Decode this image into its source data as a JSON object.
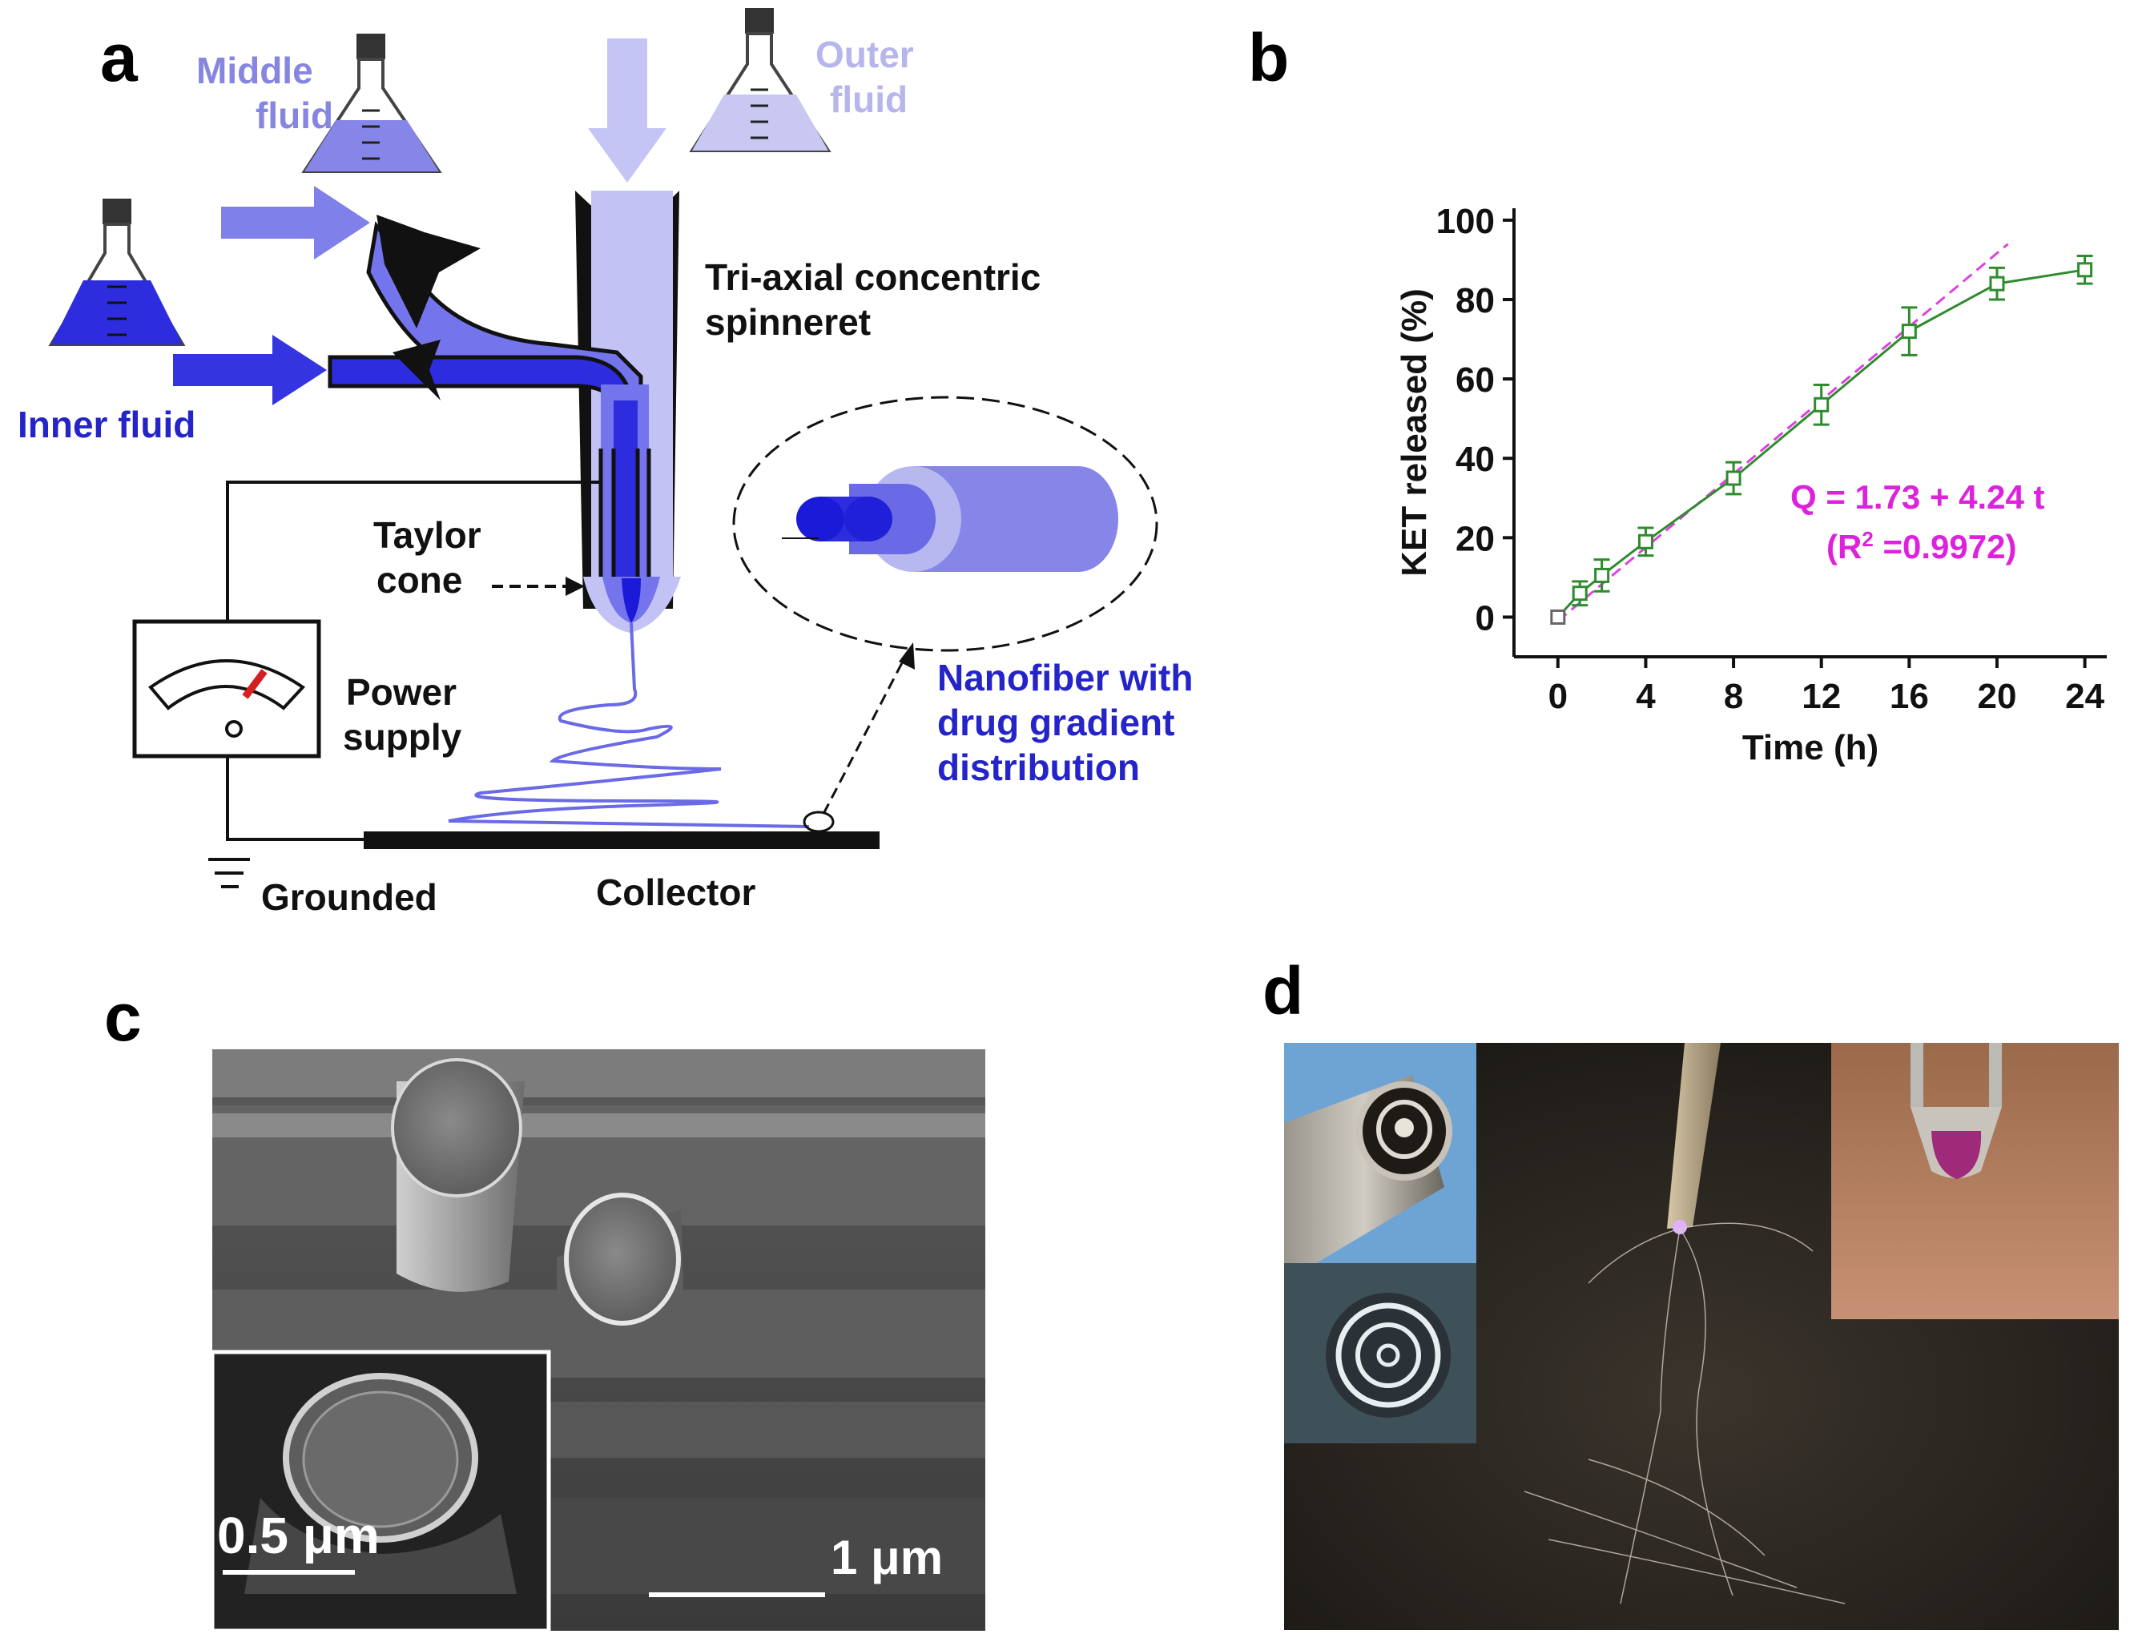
{
  "panels": {
    "a": {
      "label": "a",
      "middle_fluid": [
        "Middle",
        "fluid"
      ],
      "outer_fluid": [
        "Outer",
        "fluid"
      ],
      "inner_fluid": "Inner fluid",
      "spinneret": [
        "Tri-axial concentric",
        "spinneret"
      ],
      "taylor_cone": [
        "Taylor",
        "cone"
      ],
      "power_supply": [
        "Power",
        "supply"
      ],
      "grounded": "Grounded",
      "collector": "Collector",
      "nanofiber": [
        "Nanofiber with",
        "drug gradient",
        "distribution"
      ],
      "colors": {
        "inner": "#2d2ddf",
        "middle": "#7474ec",
        "outer": "#c2c2f4",
        "label_blue": "#2424c8",
        "needle_red": "#d42020"
      }
    },
    "b": {
      "label": "b"
    },
    "c": {
      "label": "c",
      "scale_main": "1 μm",
      "scale_inset": "0.5 μm"
    },
    "d": {
      "label": "d"
    }
  },
  "chart_data": {
    "type": "scatter",
    "xlabel": "Time (h)",
    "ylabel": "KET released (%)",
    "xlim": [
      -2,
      25
    ],
    "ylim": [
      -10,
      103
    ],
    "xticks": [
      "0",
      "4",
      "8",
      "12",
      "16",
      "20",
      "24"
    ],
    "yticks": [
      "0",
      "20",
      "40",
      "60",
      "80",
      "100"
    ],
    "grid": false,
    "series": [
      {
        "type": "line-with-error-bars",
        "marker": "open-square",
        "color": "#2e8b2e",
        "x": [
          0,
          1,
          2,
          4,
          8,
          12,
          16,
          20,
          24
        ],
        "y": [
          0,
          6,
          10.5,
          19,
          35,
          53.5,
          72,
          84,
          87.5
        ],
        "error": [
          0,
          3,
          4,
          3.5,
          4,
          5,
          6,
          4,
          3.5
        ]
      },
      {
        "type": "fit-line",
        "style": "dashed",
        "color": "#e040e0",
        "x": [
          0,
          20.5
        ],
        "y": [
          -1,
          94
        ]
      }
    ],
    "annotations": [
      "Q = 1.73 + 4.24 t",
      "(R",
      "2",
      " =0.9972)"
    ]
  }
}
